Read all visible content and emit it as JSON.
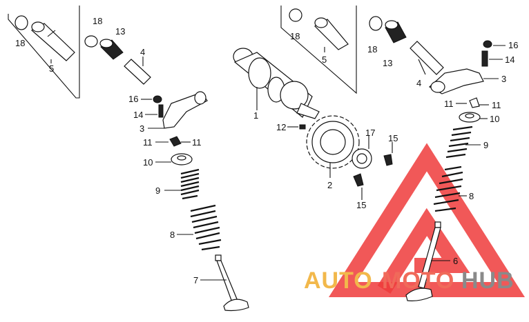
{
  "diagram": {
    "part_numbers": {
      "l18a": "18",
      "l5a": "5",
      "l18b": "18",
      "l13a": "13",
      "l4a": "4",
      "l16a": "16",
      "l14a": "14",
      "l3a": "3",
      "l11a": "11",
      "l11b": "11",
      "l10a": "10",
      "l9a": "9",
      "l8a": "8",
      "l7": "7",
      "l1": "1",
      "l12": "12",
      "l2": "2",
      "l17": "17",
      "l15a": "15",
      "l15b": "15",
      "l18c": "18",
      "l5b": "5",
      "l18d": "18",
      "l13b": "13",
      "l4b": "4",
      "l16b": "16",
      "l14b": "14",
      "l3b": "3",
      "l11c": "11",
      "l11d": "11",
      "l10b": "10",
      "l9b": "9",
      "l8b": "8",
      "l6": "6"
    }
  },
  "watermark": {
    "word_1": "AUTO",
    "word_2": "MOTO",
    "word_3": "HUB",
    "colors": {
      "auto": "#f2b84b",
      "moto": "#f06a5a",
      "hub": "#8a8a8a",
      "triangle": "#ef3b3b"
    }
  }
}
